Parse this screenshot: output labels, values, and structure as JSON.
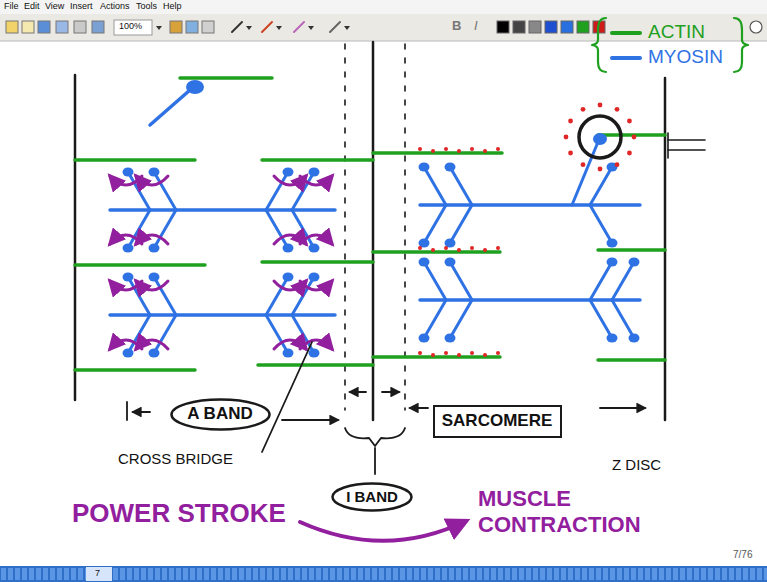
{
  "diagram": {
    "nodes": [
      {
        "text": [
          "A BAND"
        ]
      },
      {
        "text": [
          "SARCOMERE"
        ]
      },
      {
        "text": [
          "I BAND"
        ]
      }
    ],
    "labels": [
      "File",
      "Edit",
      "View",
      "Insert",
      "Actions",
      "Tools",
      "Help",
      "100%",
      "B",
      "I",
      "CROSS BRIDGE",
      "Z DISC",
      "POWER STROKE",
      "MUSCLE CONTRACTION",
      "7",
      "7/76"
    ],
    "legend": [
      {
        "text": "ACTIN"
      },
      {
        "text": "MYOSIN"
      }
    ]
  }
}
